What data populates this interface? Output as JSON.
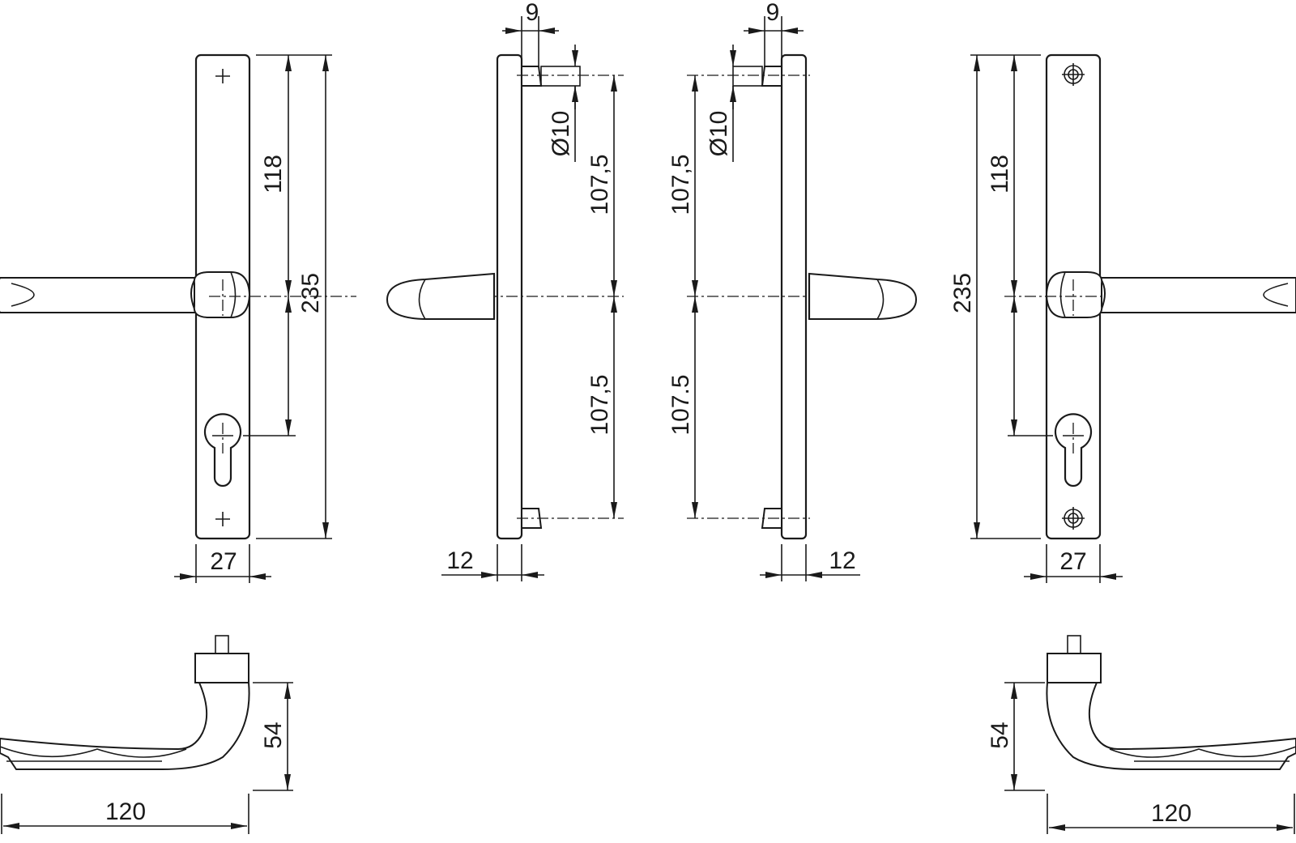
{
  "colors": {
    "line": "#1a1a1a",
    "background": "#ffffff"
  },
  "dimensions": {
    "left_front": {
      "total_height": "235",
      "spindle_to_cylinder": "118",
      "plate_width": "27"
    },
    "left_side": {
      "offset": "9",
      "diameter": "Ø10",
      "upper_half": "107,5",
      "lower_half": "107,5",
      "plate_depth": "12"
    },
    "right_side": {
      "offset": "9",
      "diameter": "Ø10",
      "upper_half": "107,5",
      "lower_half": "107.5",
      "plate_depth": "12"
    },
    "right_front": {
      "total_height": "235",
      "spindle_to_cylinder": "118",
      "plate_width": "27"
    },
    "left_top_view": {
      "height": "54",
      "length": "120"
    },
    "right_top_view": {
      "height": "54",
      "length": "120"
    }
  }
}
